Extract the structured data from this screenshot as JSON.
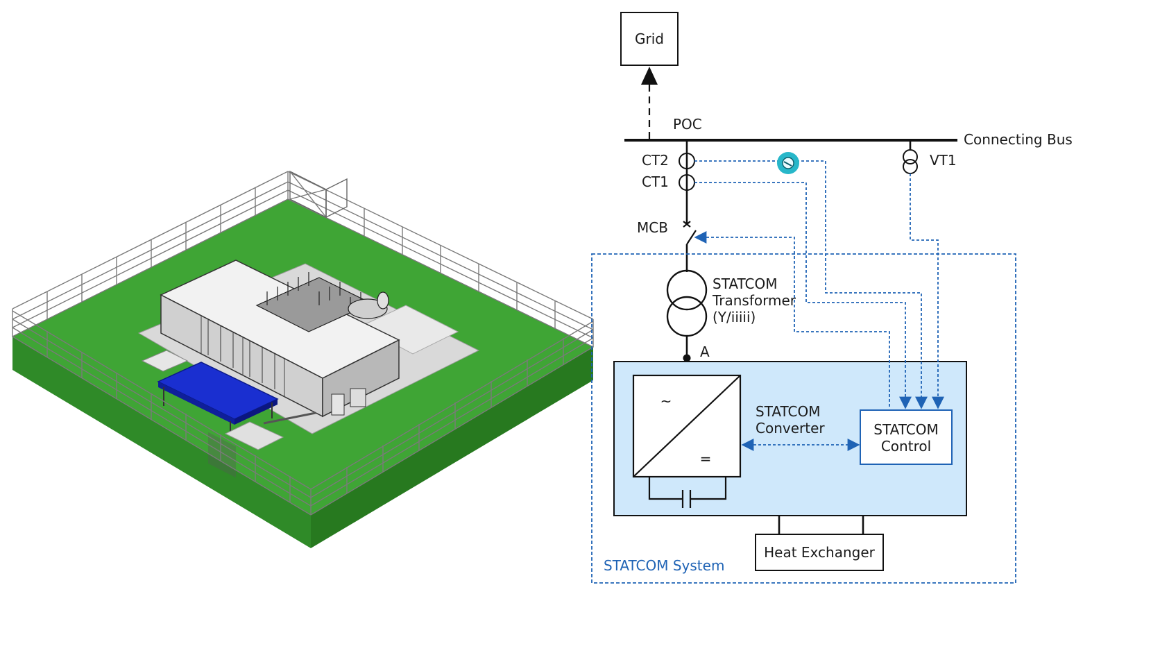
{
  "diagram": {
    "grid_label": "Grid",
    "poc_label": "POC",
    "bus_label": "Connecting Bus",
    "ct2_label": "CT2",
    "ct1_label": "CT1",
    "vt1_label": "VT1",
    "mcb_label": "MCB",
    "transformer_line1": "STATCOM",
    "transformer_line2": "Transformer",
    "transformer_line3": "(Y/iiiii)",
    "node_a_label": "A",
    "converter_line1": "STATCOM",
    "converter_line2": "Converter",
    "control_line1": "STATCOM",
    "control_line2": "Control",
    "ac_symbol": "~",
    "dc_symbol": "=",
    "heat_exchanger_label": "Heat Exchanger",
    "system_label": "STATCOM System"
  },
  "colors": {
    "control_blue": "#1f63b5",
    "converter_fill": "#cfe8fb",
    "ground_green": "#3fa535",
    "platform_blue": "#1a2fd0",
    "sensor_teal": "#27b7c9"
  },
  "icons": {
    "sensor": "sensor-badge-icon",
    "current_transformer": "current-transformer-icon",
    "voltage_transformer": "voltage-transformer-icon"
  }
}
